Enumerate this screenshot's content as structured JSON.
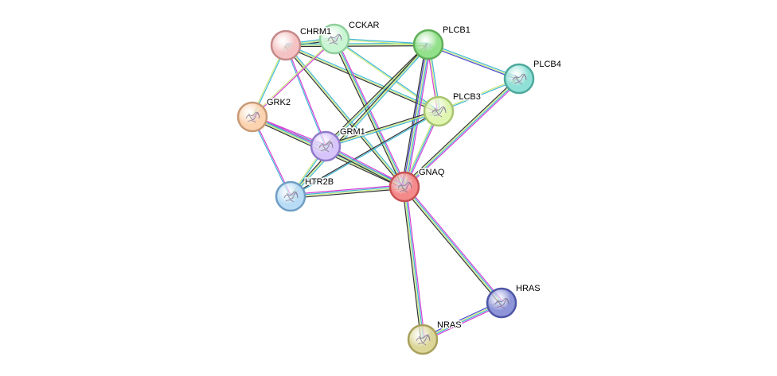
{
  "nodes": [
    {
      "id": "CHRM1",
      "label": "CHRM1",
      "color": "#f4c2c2",
      "border": "#c48a8a",
      "structure": false
    },
    {
      "id": "CCKAR",
      "label": "CCKAR",
      "color": "#c8f5d2",
      "border": "#8fcf9c",
      "structure": true
    },
    {
      "id": "PLCB1",
      "label": "PLCB1",
      "color": "#92e08a",
      "border": "#5fae58",
      "structure": false
    },
    {
      "id": "PLCB4",
      "label": "PLCB4",
      "color": "#8fe0d6",
      "border": "#4ea89c",
      "structure": true
    },
    {
      "id": "GRK2",
      "label": "GRK2",
      "color": "#fbd3b0",
      "border": "#c79a76",
      "structure": true
    },
    {
      "id": "PLCB3",
      "label": "PLCB3",
      "color": "#e0f5b0",
      "border": "#a7c46f",
      "structure": true
    },
    {
      "id": "GRM1",
      "label": "GRM1",
      "color": "#d6c4fa",
      "border": "#9079c8",
      "structure": true
    },
    {
      "id": "GNAQ",
      "label": "GNAQ",
      "color": "#f48a8a",
      "border": "#c85050",
      "structure": true
    },
    {
      "id": "HTR2B",
      "label": "HTR2B",
      "color": "#b8dcf5",
      "border": "#6f9ec4",
      "structure": true
    },
    {
      "id": "HRAS",
      "label": "HRAS",
      "color": "#8e95d8",
      "border": "#4e56a6",
      "structure": true
    },
    {
      "id": "NRAS",
      "label": "NRAS",
      "color": "#dcd698",
      "border": "#a8a05c",
      "structure": true
    }
  ],
  "edges": [
    {
      "a": "CHRM1",
      "b": "CCKAR",
      "channels": [
        "#3fb7d6",
        "#c9e87a",
        "#333333"
      ]
    },
    {
      "a": "CHRM1",
      "b": "PLCB1",
      "channels": [
        "#3fb7d6",
        "#c9e87a",
        "#333333"
      ]
    },
    {
      "a": "CHRM1",
      "b": "PLCB3",
      "channels": [
        "#3fb7d6",
        "#c9e87a",
        "#333333"
      ]
    },
    {
      "a": "CHRM1",
      "b": "GRK2",
      "channels": [
        "#3fb7d6",
        "#c9e87a"
      ]
    },
    {
      "a": "CHRM1",
      "b": "GRM1",
      "channels": [
        "#d63fd6",
        "#3fb7d6"
      ]
    },
    {
      "a": "CHRM1",
      "b": "GNAQ",
      "channels": [
        "#3fb7d6",
        "#c9e87a",
        "#333333"
      ]
    },
    {
      "a": "CCKAR",
      "b": "PLCB1",
      "channels": [
        "#3fb7d6",
        "#c9e87a"
      ]
    },
    {
      "a": "CCKAR",
      "b": "PLCB3",
      "channels": [
        "#3fb7d6",
        "#c9e87a"
      ]
    },
    {
      "a": "CCKAR",
      "b": "GNAQ",
      "channels": [
        "#d63fd6",
        "#3fb7d6",
        "#c9e87a",
        "#333333"
      ]
    },
    {
      "a": "CCKAR",
      "b": "GRK2",
      "channels": [
        "#d63fd6",
        "#c9e87a"
      ]
    },
    {
      "a": "PLCB1",
      "b": "PLCB4",
      "channels": [
        "#3fb7d6",
        "#c9e87a",
        "#4b4bd6"
      ]
    },
    {
      "a": "PLCB1",
      "b": "PLCB3",
      "channels": [
        "#3fb7d6",
        "#c9e87a",
        "#d63fd6"
      ]
    },
    {
      "a": "PLCB1",
      "b": "GRM1",
      "channels": [
        "#3fb7d6",
        "#c9e87a",
        "#333333"
      ]
    },
    {
      "a": "PLCB1",
      "b": "HTR2B",
      "channels": [
        "#3fb7d6",
        "#c9e87a",
        "#333333"
      ]
    },
    {
      "a": "PLCB1",
      "b": "GNAQ",
      "channels": [
        "#d63fd6",
        "#3fb7d6",
        "#c9e87a",
        "#4b4bd6",
        "#333333"
      ]
    },
    {
      "a": "PLCB4",
      "b": "PLCB3",
      "channels": [
        "#3fb7d6",
        "#c9e87a"
      ]
    },
    {
      "a": "PLCB4",
      "b": "GNAQ",
      "channels": [
        "#d63fd6",
        "#3fb7d6",
        "#c9e87a",
        "#333333"
      ]
    },
    {
      "a": "GRK2",
      "b": "GRM1",
      "channels": [
        "#d63fd6",
        "#3fb7d6",
        "#c9e87a"
      ]
    },
    {
      "a": "GRK2",
      "b": "GNAQ",
      "channels": [
        "#d63fd6",
        "#3fb7d6",
        "#c9e87a",
        "#333333"
      ]
    },
    {
      "a": "GRK2",
      "b": "HTR2B",
      "channels": [
        "#d63fd6",
        "#3fb7d6"
      ]
    },
    {
      "a": "PLCB3",
      "b": "GRM1",
      "channels": [
        "#3fb7d6",
        "#c9e87a",
        "#333333"
      ]
    },
    {
      "a": "PLCB3",
      "b": "HTR2B",
      "channels": [
        "#3fb7d6",
        "#333333"
      ]
    },
    {
      "a": "PLCB3",
      "b": "GNAQ",
      "channels": [
        "#d63fd6",
        "#3fb7d6",
        "#c9e87a"
      ]
    },
    {
      "a": "GRM1",
      "b": "GNAQ",
      "channels": [
        "#d63fd6",
        "#3fb7d6",
        "#c9e87a",
        "#333333"
      ]
    },
    {
      "a": "GRM1",
      "b": "HTR2B",
      "channels": [
        "#3fb7d6",
        "#c9e87a"
      ]
    },
    {
      "a": "HTR2B",
      "b": "GNAQ",
      "channels": [
        "#d63fd6",
        "#3fb7d6",
        "#c9e87a",
        "#333333"
      ]
    },
    {
      "a": "GNAQ",
      "b": "HRAS",
      "channels": [
        "#d63fd6",
        "#3fb7d6",
        "#c9e87a",
        "#333333"
      ]
    },
    {
      "a": "GNAQ",
      "b": "NRAS",
      "channels": [
        "#d63fd6",
        "#3fb7d6",
        "#c9e87a",
        "#333333"
      ]
    },
    {
      "a": "HRAS",
      "b": "NRAS",
      "channels": [
        "#d63fd6",
        "#3fb7d6",
        "#c9e87a",
        "#4b4bd6"
      ]
    }
  ]
}
